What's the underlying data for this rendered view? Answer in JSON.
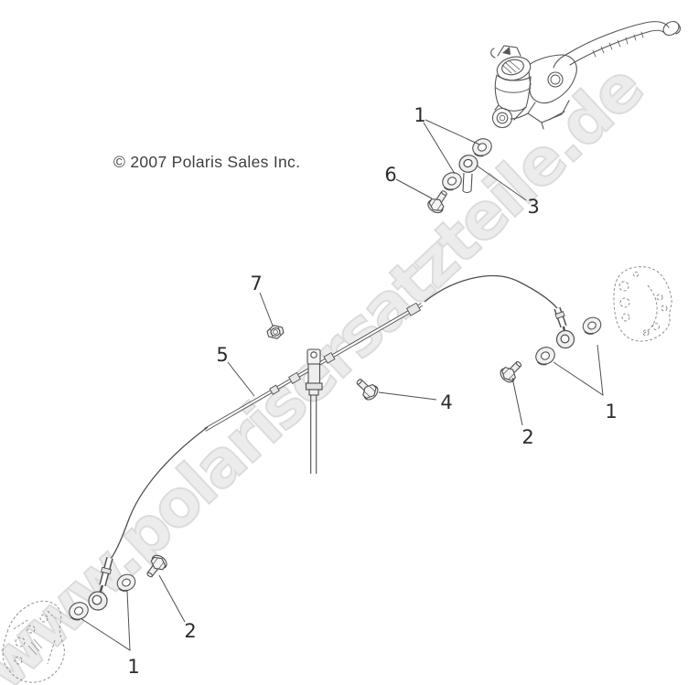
{
  "watermark": {
    "text": "www.polarisersatzteile.de"
  },
  "copyright": {
    "text": "© 2007 Polaris Sales Inc."
  },
  "callouts": [
    {
      "label": "1",
      "points_to": "master-cylinder banjo washers"
    },
    {
      "label": "6",
      "points_to": "master-cylinder banjo bolt"
    },
    {
      "label": "3",
      "points_to": "upper brake hose banjo fitting"
    },
    {
      "label": "7",
      "points_to": "flange nut"
    },
    {
      "label": "5",
      "points_to": "rigid brake line"
    },
    {
      "label": "4",
      "points_to": "tee fitting bolt"
    },
    {
      "label": "1",
      "points_to": "right caliper banjo washers"
    },
    {
      "label": "2",
      "points_to": "right caliper banjo bolt"
    },
    {
      "label": "2",
      "points_to": "left caliper banjo bolt"
    },
    {
      "label": "1",
      "points_to": "left caliper banjo washers"
    }
  ],
  "colors": {
    "line": "#4f4f4f",
    "caliper_outline": "#909090",
    "watermark_fill": "#ececec",
    "watermark_outline": "#dcdcdc",
    "text": "#3f3f3f"
  }
}
